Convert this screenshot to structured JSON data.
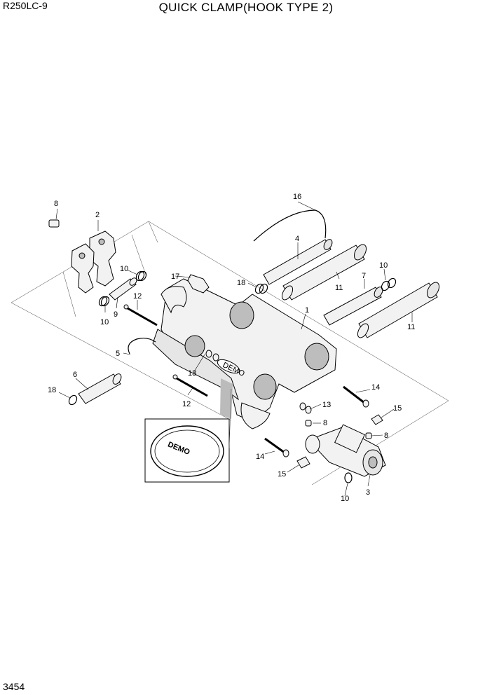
{
  "header": {
    "model": "R250LC-9",
    "title": "QUICK CLAMP(HOOK TYPE 2)"
  },
  "footer": {
    "page_number": "3454"
  },
  "logo_text": "DEMO",
  "callouts": {
    "c1": "1",
    "c2": "2",
    "c3": "3",
    "c4": "4",
    "c5": "5",
    "c6": "6",
    "c7": "7",
    "c8a": "8",
    "c8b": "8",
    "c8c": "8",
    "c9": "9",
    "c10a": "10",
    "c10b": "10",
    "c10c": "10",
    "c10d": "10",
    "c11a": "11",
    "c11b": "11",
    "c12a": "12",
    "c12b": "12",
    "c13a": "13",
    "c13b": "13",
    "c14a": "14",
    "c14b": "14",
    "c15a": "15",
    "c15b": "15",
    "c16": "16",
    "c17": "17",
    "c18a": "18",
    "c18b": "18"
  }
}
